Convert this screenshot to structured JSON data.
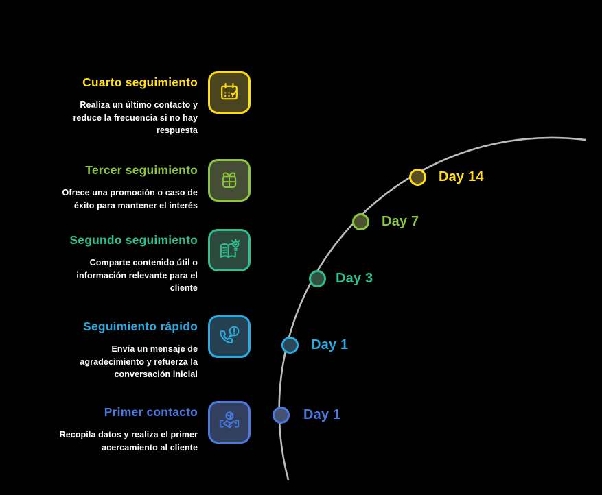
{
  "background_color": "#000000",
  "curve_color": "#bcbcbc",
  "sections": [
    {
      "title": "Cuarto seguimiento",
      "description": "Realiza un último contacto y\nreduce la frecuencia si no hay\nrespuesta",
      "color": "#FFDE17",
      "icon": "calendar-check-icon",
      "icon_bg": "#4a451f"
    },
    {
      "title": "Tercer seguimiento",
      "description": "Ofrece una promoción o caso de\néxito para mantener el interés",
      "color": "#8CC63F",
      "icon": "gift-icon",
      "icon_bg": "#454d36"
    },
    {
      "title": "Segundo seguimiento",
      "description": "Comparte contenido útil o\ninformación relevante para el\ncliente",
      "color": "#2FBF8E",
      "icon": "book-idea-icon",
      "icon_bg": "#2b4a3d"
    },
    {
      "title": "Seguimiento rápido",
      "description": "Envía un mensaje de\nagradecimiento y refuerza la\nconversación inicial",
      "color": "#29ABE2",
      "icon": "phone-alert-icon",
      "icon_bg": "#254050"
    },
    {
      "title": "Primer contacto",
      "description": "Recopila datos y realiza el primer\nacercamiento al cliente",
      "color": "#4A79E2",
      "icon": "handshake-icon",
      "icon_bg": "#333f5e"
    }
  ],
  "timeline": {
    "points": [
      {
        "label": "Day 14",
        "color": "#FFDE17",
        "fill": "#574d20"
      },
      {
        "label": "Day 7",
        "color": "#8CC63F",
        "fill": "#4b5232"
      },
      {
        "label": "Day 3",
        "color": "#2FBF8E",
        "fill": "#31503f"
      },
      {
        "label": "Day 1",
        "color": "#29ABE2",
        "fill": "#2c4757"
      },
      {
        "label": "Day 1",
        "color": "#4A79E2",
        "fill": "#45526f"
      }
    ]
  }
}
